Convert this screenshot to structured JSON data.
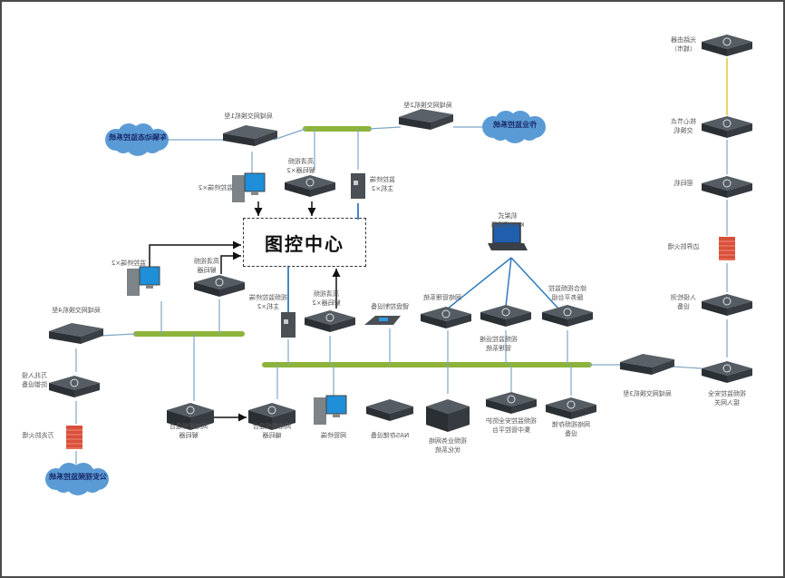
{
  "diagram": {
    "title": "图控中心",
    "mirrored_text": true,
    "colors": {
      "bus": "#8db33a",
      "link": "#7fa7c6",
      "link_strong": "#2f7ac0",
      "fiber": "#e6c42a",
      "device": "#3c4247",
      "cloud": "#5b9bd5",
      "firewall": "#d9503a",
      "arrow": "#111111"
    },
    "clouds": [
      {
        "id": "vehicle",
        "label": "车辆动态监控系统"
      },
      {
        "id": "ops",
        "label": "作业监控系统"
      },
      {
        "id": "police",
        "label": "公安视频监控系统"
      }
    ],
    "nodes": [
      {
        "id": "sw1",
        "type": "switch",
        "label": "局域网交换机1型"
      },
      {
        "id": "sw2",
        "type": "switch",
        "label": "局域网交换机2型"
      },
      {
        "id": "sw3",
        "type": "switch",
        "label": "局域网交换机3型"
      },
      {
        "id": "sw4",
        "type": "switch",
        "label": "局域网交换机4型"
      },
      {
        "id": "term_top",
        "type": "workstation",
        "label": "监控终端×2"
      },
      {
        "id": "dec_top",
        "type": "decoder",
        "label": "高清视频\n解码器×2"
      },
      {
        "id": "host_top",
        "type": "tower",
        "label": "监控终端\n主机×2"
      },
      {
        "id": "term_left",
        "type": "workstation",
        "label": "监控终端×2"
      },
      {
        "id": "dec_left",
        "type": "decoder",
        "label": "高清视频\n解码器"
      },
      {
        "id": "host_mid",
        "type": "tower",
        "label": "视频监控终端\n主机×2"
      },
      {
        "id": "dec_mid",
        "type": "decoder",
        "label": "高清视频\n解码器×2"
      },
      {
        "id": "keyboard",
        "type": "keyboard",
        "label": "键盘控制设备"
      },
      {
        "id": "kvm",
        "type": "kvm",
        "label": "机架式\nKVM切换器"
      },
      {
        "id": "nms",
        "type": "server",
        "label": "网络管理系统"
      },
      {
        "id": "ops_mgmt",
        "type": "server",
        "label": "视频监控运维\n管理系统"
      },
      {
        "id": "platform",
        "type": "server",
        "label": "综合视频监控\n服务平台组"
      },
      {
        "id": "router",
        "type": "router",
        "label": "光路由器\n（城市）"
      },
      {
        "id": "core_sw",
        "type": "core",
        "label": "核心节点\n交换机"
      },
      {
        "id": "crypto",
        "type": "crypto",
        "label": "密码机"
      },
      {
        "id": "fw_edge",
        "type": "firewall",
        "label": "边界防火墙"
      },
      {
        "id": "ids",
        "type": "ids",
        "label": "入侵检测\n设备"
      },
      {
        "id": "gateway",
        "type": "gateway",
        "label": "视频监控安全\n接入网关"
      },
      {
        "id": "ips",
        "type": "ids",
        "label": "万兆入侵\n防御设备"
      },
      {
        "id": "fw_10g",
        "type": "firewall",
        "label": "万兆防火墙"
      },
      {
        "id": "mix_dec",
        "type": "codec",
        "label": "网络视频混合\n解码器"
      },
      {
        "id": "mix_enc",
        "type": "codec",
        "label": "网络视频混合\n编码器"
      },
      {
        "id": "nm_term",
        "type": "workstation",
        "label": "网管终端"
      },
      {
        "id": "nas",
        "type": "nas",
        "label": "NAS存储设备"
      },
      {
        "id": "optimize",
        "type": "chassis",
        "label": "视频业务网络\n优化系统"
      },
      {
        "id": "sec_ctrl",
        "type": "gateway",
        "label": "视频监控安全防护\n集中管控平台"
      },
      {
        "id": "storage",
        "type": "server",
        "label": "网络视频存储\n设备"
      }
    ]
  }
}
